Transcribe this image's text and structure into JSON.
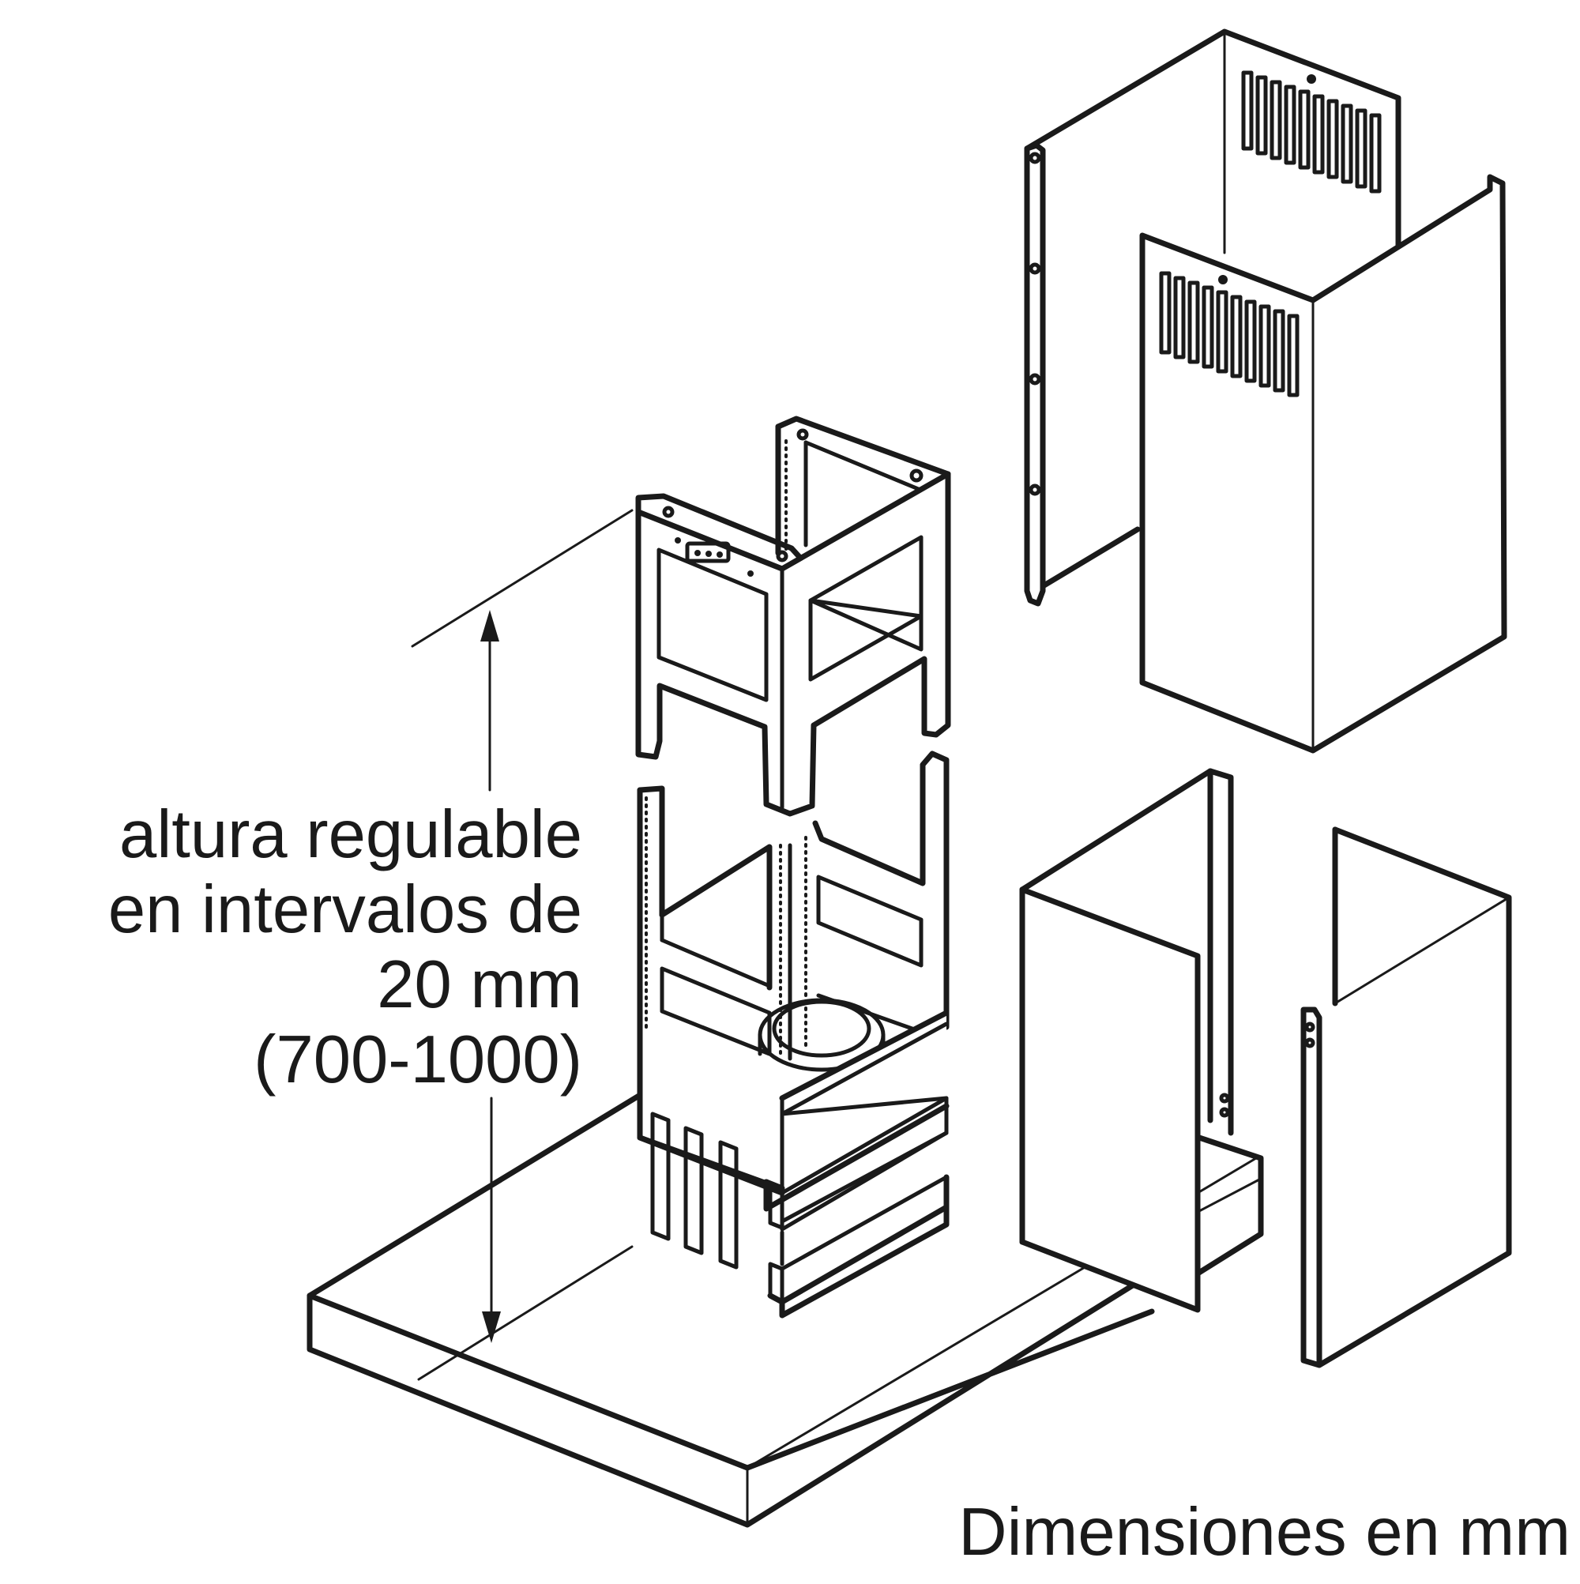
{
  "annotation": {
    "lines": [
      "altura regulable",
      "en intervalos de",
      "20 mm",
      "(700-1000)"
    ]
  },
  "footer": {
    "units_label": "Dimensiones en mm"
  },
  "colors": {
    "ink": "#1a1a1a",
    "background": "#ffffff"
  }
}
